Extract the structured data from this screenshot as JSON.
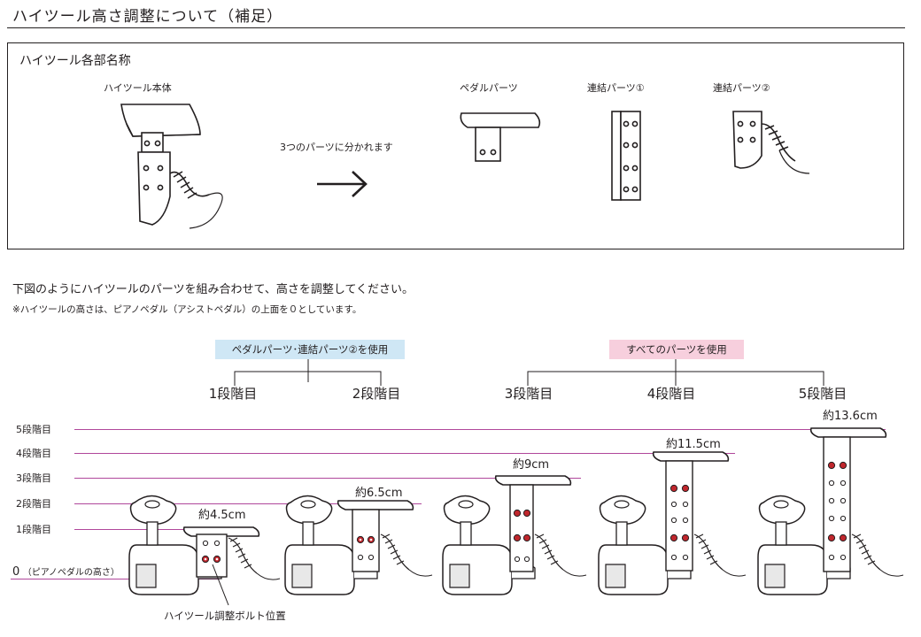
{
  "title": "ハイツール高さ調整について（補足）",
  "parts": {
    "heading": "ハイツール各部名称",
    "body_label": "ハイツール本体",
    "split_text": "3つのパーツに分かれます",
    "pedal_part": "ペダルパーツ",
    "link_part_1": "連結パーツ①",
    "link_part_2": "連結パーツ②"
  },
  "intro": {
    "line1": "下図のようにハイツールのパーツを組み合わせて、高さを調整してください。",
    "line2": "※ハイツールの高さは、ピアノペダル（アシストペダル）の上面を０としています。"
  },
  "groups": {
    "group_a": "ペダルパーツ･連結パーツ②を使用",
    "group_b": "すべてのパーツを使用"
  },
  "steps": {
    "s1": "1段階目",
    "s2": "2段階目",
    "s3": "3段階目",
    "s4": "4段階目",
    "s5": "5段階目"
  },
  "axis": {
    "l5": "5段階目",
    "l4": "4段階目",
    "l3": "3段階目",
    "l2": "2段階目",
    "l1": "1段階目",
    "l0_main": "0",
    "l0_sub": "（ピアノペダルの高さ）"
  },
  "heights": {
    "h1": "約4.5cm",
    "h2": "約6.5cm",
    "h3": "約9cm",
    "h4": "約11.5cm",
    "h5": "約13.6cm"
  },
  "bolt_label": "ハイツール調整ボルト位置",
  "colors": {
    "line": "#231f20",
    "level_line": "#b0479b",
    "bolt": "#c0272d",
    "badge_blue": "#cfe7f5",
    "badge_pink": "#f7cfdd"
  },
  "icons": {
    "arrow": "right-arrow-icon"
  }
}
